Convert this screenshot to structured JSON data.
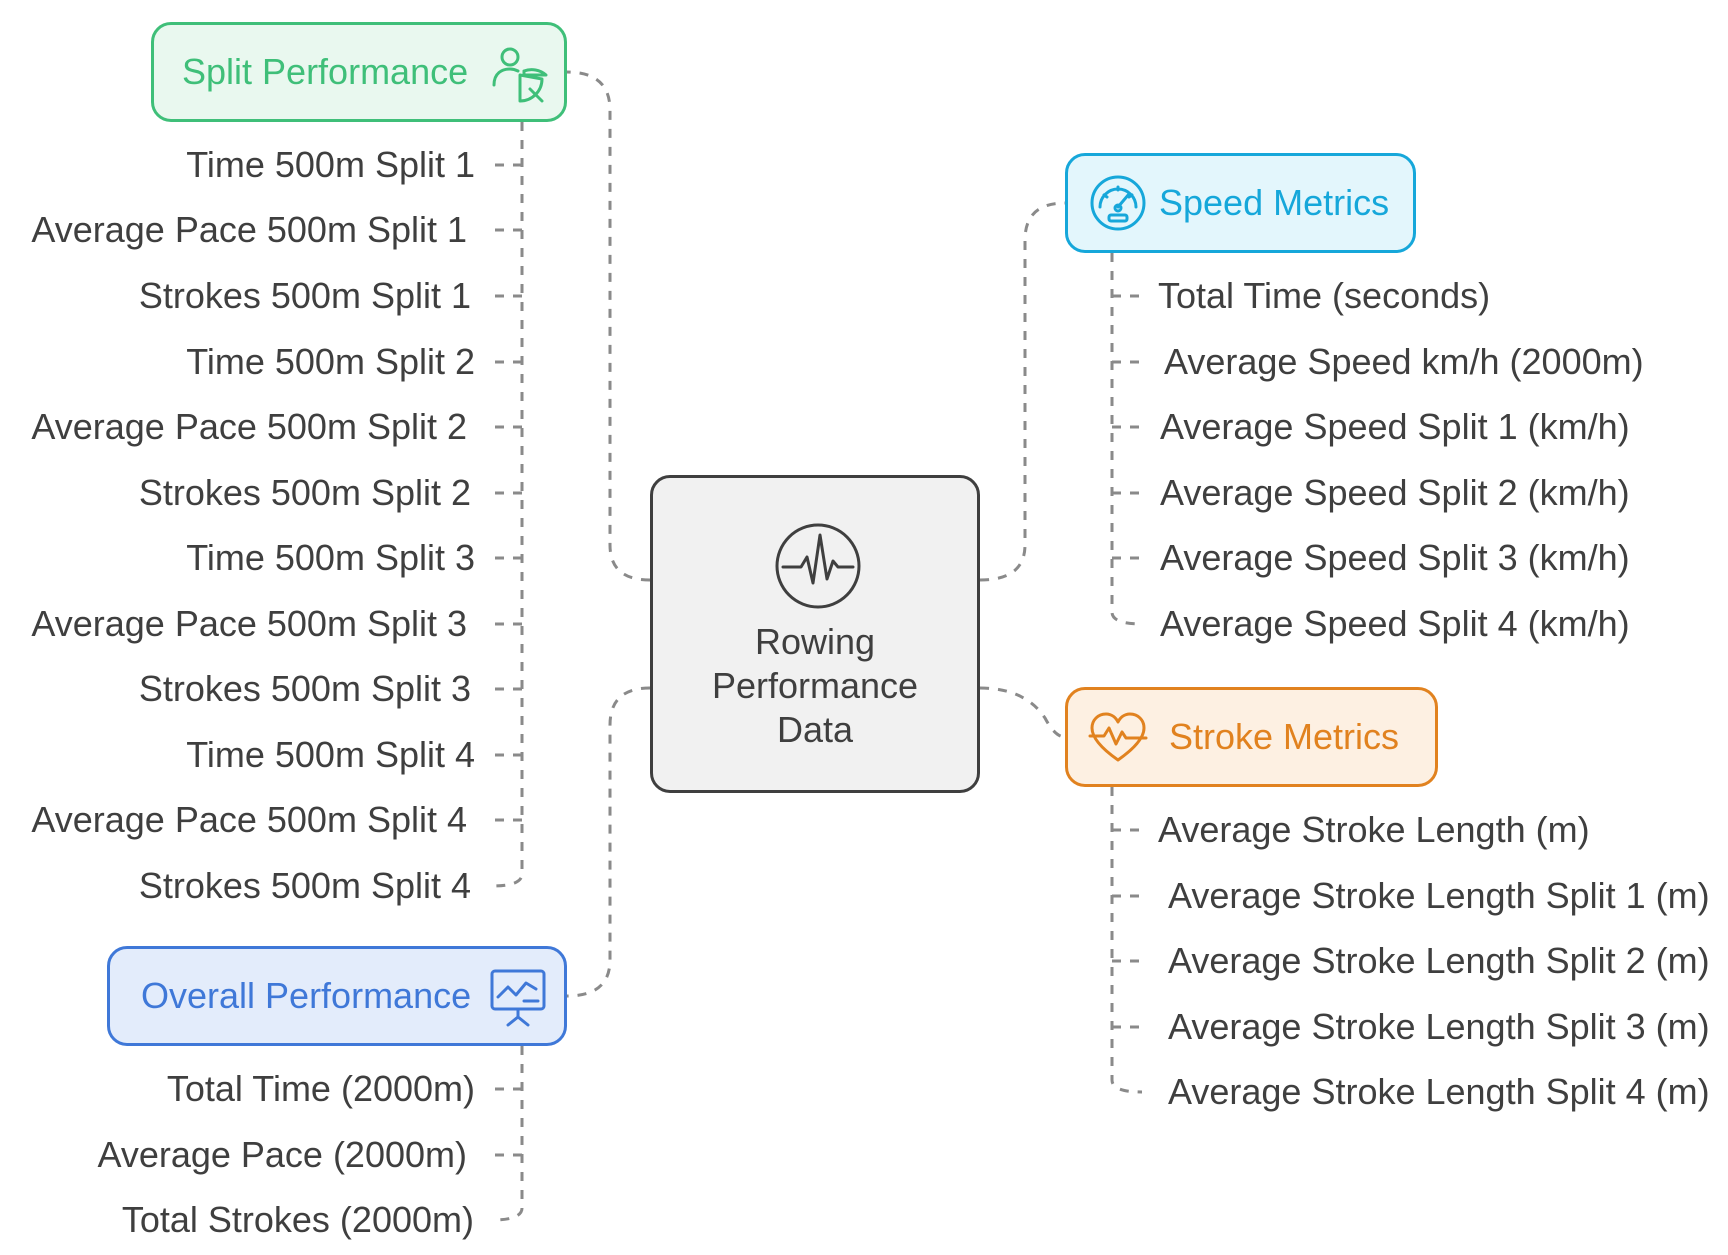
{
  "center": {
    "label_lines": [
      "Rowing",
      "Performance",
      "Data"
    ],
    "icon": "pulse-icon"
  },
  "colors": {
    "green": "#3fbf79",
    "green_fill": "#e9f8ef",
    "cyan": "#16a7da",
    "cyan_fill": "#e3f6fc",
    "orange": "#e1821f",
    "orange_fill": "#fdf0e2",
    "blue": "#3f78d8",
    "blue_fill": "#e3ecfb",
    "text": "#3f3f3f",
    "line": "#8a8a8a"
  },
  "branches": {
    "split": {
      "label": "Split Performance",
      "icon": "user-pie-chart-icon",
      "items": [
        "Time 500m Split 1",
        "Average Pace 500m Split 1",
        "Strokes 500m Split 1",
        "Time 500m Split 2",
        "Average Pace 500m Split 2",
        "Strokes 500m Split 2",
        "Time 500m Split 3",
        "Average Pace 500m Split 3",
        "Strokes 500m Split 3",
        "Time 500m Split 4",
        "Average Pace 500m Split 4",
        "Strokes 500m Split 4"
      ]
    },
    "overall": {
      "label": "Overall Performance",
      "icon": "presentation-chart-icon",
      "items": [
        "Total Time (2000m)",
        "Average Pace (2000m)",
        "Total Strokes (2000m)"
      ]
    },
    "speed": {
      "label": "Speed Metrics",
      "icon": "speedometer-icon",
      "items": [
        "Total Time (seconds)",
        "Average Speed km/h (2000m)",
        "Average Speed Split 1 (km/h)",
        "Average Speed Split 2 (km/h)",
        "Average Speed Split 3 (km/h)",
        "Average Speed Split 4 (km/h)"
      ]
    },
    "stroke": {
      "label": "Stroke Metrics",
      "icon": "heart-pulse-icon",
      "items": [
        "Average Stroke Length (m)",
        "Average Stroke Length Split 1 (m)",
        "Average Stroke Length Split 2 (m)",
        "Average Stroke Length Split 3 (m)",
        "Average Stroke Length Split 4 (m)"
      ]
    }
  }
}
